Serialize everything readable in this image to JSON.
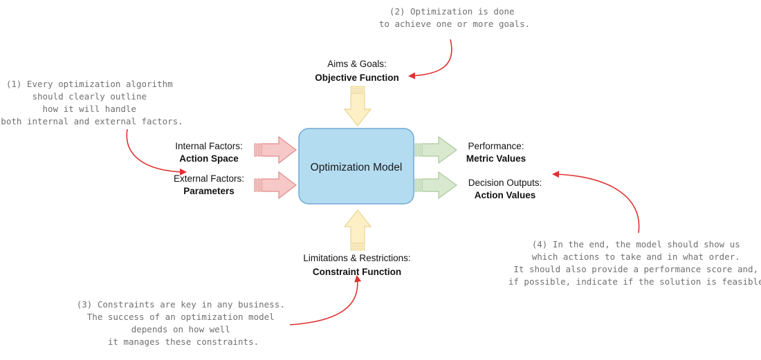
{
  "model": {
    "label": "Optimization Model"
  },
  "objective": {
    "line1": "Aims & Goals:",
    "line2": "Objective Function"
  },
  "constraint": {
    "line1": "Limitations & Restrictions:",
    "line2": "Constraint Function"
  },
  "internal": {
    "line1": "Internal Factors:",
    "line2": "Action Space"
  },
  "external": {
    "line1": "External Factors:",
    "line2": "Parameters"
  },
  "performance": {
    "line1": "Performance:",
    "line2": "Metric Values"
  },
  "decision": {
    "line1": "Decision Outputs:",
    "line2": "Action Values"
  },
  "notes": {
    "n1": [
      "(1) Every optimization algorithm",
      "should clearly outline",
      "how it will handle",
      "both internal and external factors."
    ],
    "n2": [
      "(2) Optimization is done",
      "to achieve one or more goals."
    ],
    "n3": [
      "(3) Constraints are key in any business.",
      "The success of an optimization model",
      "depends on how well",
      "it manages these constraints."
    ],
    "n4": [
      "(4) In the end, the model should show us",
      "which actions to take and in what order.",
      "It should also provide a performance score and,",
      "if possible, indicate if the solution is feasible."
    ]
  },
  "colors": {
    "model_fill": "#b3dcf0",
    "model_stroke": "#6fa8d6",
    "input_red_fill": "#f6c8c8",
    "input_red_stroke": "#e38a8a",
    "output_green_fill": "#d8e9cf",
    "output_green_stroke": "#a9c99a",
    "yellow_fill": "#fdf0c6",
    "yellow_stroke": "#e8d48f",
    "annotation_arrow": "#e03030"
  }
}
